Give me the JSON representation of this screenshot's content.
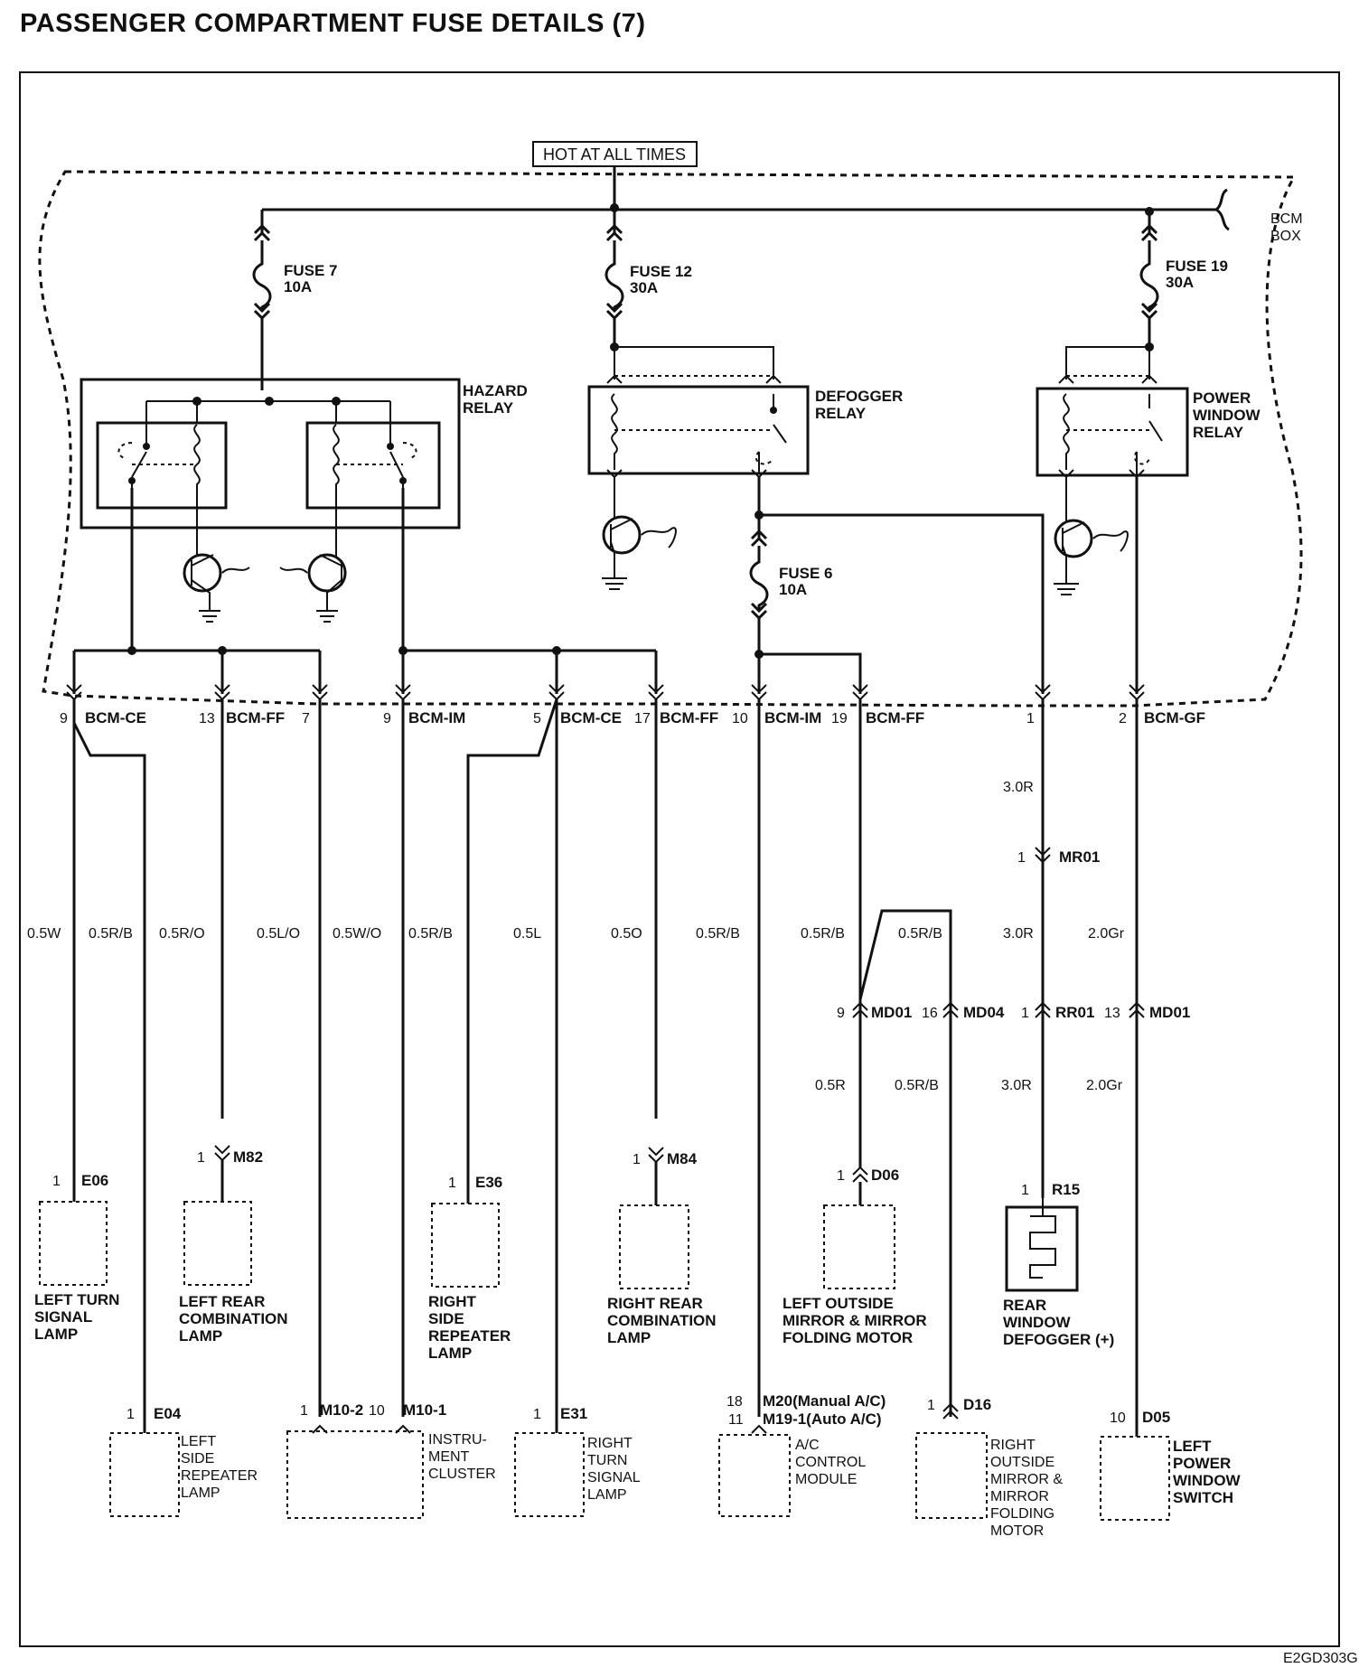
{
  "title": "PASSENGER COMPARTMENT FUSE DETAILS (7)",
  "hot_label": "HOT AT ALL TIMES",
  "bcm_box": [
    "BCM",
    "BOX"
  ],
  "fuses": [
    {
      "name": "FUSE 7",
      "rating": "10A"
    },
    {
      "name": "FUSE 12",
      "rating": "30A"
    },
    {
      "name": "FUSE 19",
      "rating": "30A"
    },
    {
      "name": "FUSE 6",
      "rating": "10A"
    }
  ],
  "relays": {
    "hazard": [
      "HAZARD",
      "RELAY"
    ],
    "defogger": [
      "DEFOGGER",
      "RELAY"
    ],
    "power_window": [
      "POWER",
      "WINDOW",
      "RELAY"
    ]
  },
  "bcm_pins": [
    {
      "pin": "9",
      "conn": "BCM-CE"
    },
    {
      "pin": "13",
      "conn": "BCM-FF"
    },
    {
      "pin": "7",
      "conn": ""
    },
    {
      "pin": "9",
      "conn": "BCM-IM"
    },
    {
      "pin": "5",
      "conn": "BCM-CE"
    },
    {
      "pin": "17",
      "conn": "BCM-FF"
    },
    {
      "pin": "10",
      "conn": "BCM-IM"
    },
    {
      "pin": "19",
      "conn": "BCM-FF"
    },
    {
      "pin": "1",
      "conn": ""
    },
    {
      "pin": "2",
      "conn": "BCM-GF"
    }
  ],
  "wire_colors": {
    "w1": "0.5W",
    "w2": "0.5R/B",
    "w3": "0.5R/O",
    "w4": "0.5L/O",
    "w5": "0.5W/O",
    "w6": "0.5R/B",
    "w7": "0.5L",
    "w8": "0.5O",
    "w9": "0.5R/B",
    "w10": "0.5R/B",
    "w11": "0.5R/B",
    "w12": "3.0R",
    "w13": "3.0R",
    "w14": "2.0Gr",
    "w15": "0.5R",
    "w16": "0.5R/B",
    "w17": "3.0R",
    "w18": "2.0Gr"
  },
  "inline_connectors": [
    {
      "pin": "1",
      "conn": "MR01"
    },
    {
      "pin": "9",
      "conn": "MD01"
    },
    {
      "pin": "16",
      "conn": "MD04"
    },
    {
      "pin": "1",
      "conn": "RR01"
    },
    {
      "pin": "13",
      "conn": "MD01"
    }
  ],
  "components": [
    {
      "pin": "1",
      "conn": "E06",
      "name": [
        "LEFT TURN",
        "SIGNAL",
        "LAMP"
      ]
    },
    {
      "pin": "1",
      "conn": "M82",
      "name": [
        "LEFT REAR",
        "COMBINATION",
        "LAMP"
      ]
    },
    {
      "pin": "1",
      "conn": "E36",
      "name": [
        "RIGHT",
        "SIDE",
        "REPEATER",
        "LAMP"
      ]
    },
    {
      "pin": "1",
      "conn": "M84",
      "name": [
        "RIGHT REAR",
        "COMBINATION",
        "LAMP"
      ]
    },
    {
      "pin": "1",
      "conn": "D06",
      "name": [
        "LEFT OUTSIDE",
        "MIRROR & MIRROR",
        "FOLDING MOTOR"
      ]
    },
    {
      "pin": "1",
      "conn": "R15",
      "name": [
        "REAR",
        "WINDOW",
        "DEFOGGER (+)"
      ]
    },
    {
      "pin": "1",
      "conn": "E04",
      "name": [
        "LEFT",
        "SIDE",
        "REPEATER",
        "LAMP"
      ]
    },
    {
      "pin": "1",
      "conn": "M10-2",
      "pin2": "10",
      "conn2": "M10-1",
      "name": [
        "INSTRU-",
        "MENT",
        "CLUSTER"
      ]
    },
    {
      "pin": "1",
      "conn": "E31",
      "name": [
        "RIGHT",
        "TURN",
        "SIGNAL",
        "LAMP"
      ]
    },
    {
      "pin": "18",
      "conn": "M20(Manual A/C)",
      "pin2": "11",
      "conn2": "M19-1(Auto A/C)",
      "name": [
        "A/C",
        "CONTROL",
        "MODULE"
      ]
    },
    {
      "pin": "1",
      "conn": "D16",
      "name": [
        "RIGHT",
        "OUTSIDE",
        "MIRROR &",
        "MIRROR",
        "FOLDING",
        "MOTOR"
      ]
    },
    {
      "pin": "10",
      "conn": "D05",
      "name": [
        "LEFT",
        "POWER",
        "WINDOW",
        "SWITCH"
      ]
    }
  ],
  "diagram_code": "E2GD303G"
}
